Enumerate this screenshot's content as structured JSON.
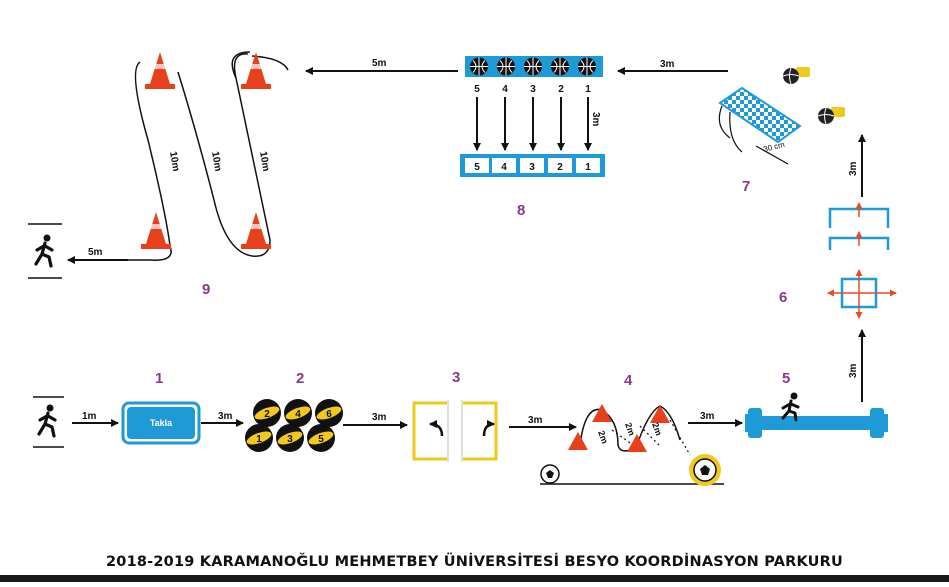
{
  "footer": {
    "title": "2018-2019 KARAMANOĞLU MEHMETBEY ÜNİVERSİTESİ BESYO KOORDİNASYON PARKURU"
  },
  "stations": {
    "s1": "1",
    "s2": "2",
    "s3": "3",
    "s4": "4",
    "s5": "5",
    "s6": "6",
    "s7": "7",
    "s8": "8",
    "s9": "9"
  },
  "labels": {
    "start_1m": "1m",
    "s1_box": "Takla",
    "s1_to_s2": "3m",
    "s2_to_s3": "3m",
    "s3_to_s4": "3m",
    "s4_to_s5": "3m",
    "s5_to_s6": "3m",
    "s6_to_s7": "3m",
    "s7_net": "30 cm",
    "s7_to_s8": "3m",
    "s8_height": "3m",
    "s8_to_s9": "5m",
    "s9_finish": "5m",
    "s4_2m": [
      "2m",
      "2m",
      "2m"
    ],
    "s9_10m": [
      "10m",
      "10m",
      "10m"
    ]
  },
  "ball_numbers": [
    "2",
    "4",
    "6",
    "1",
    "3",
    "5"
  ],
  "basket_numbers_top": [
    "5",
    "4",
    "3",
    "2",
    "1"
  ],
  "basket_numbers_bottom": [
    "5",
    "4",
    "3",
    "2",
    "1"
  ],
  "colors": {
    "blue": "#1e9ad6",
    "cone": "#e8401a",
    "gold": "#f2c81e",
    "purple": "#8a3a8a",
    "arrow_red": "#e34c26",
    "black": "#111111"
  }
}
